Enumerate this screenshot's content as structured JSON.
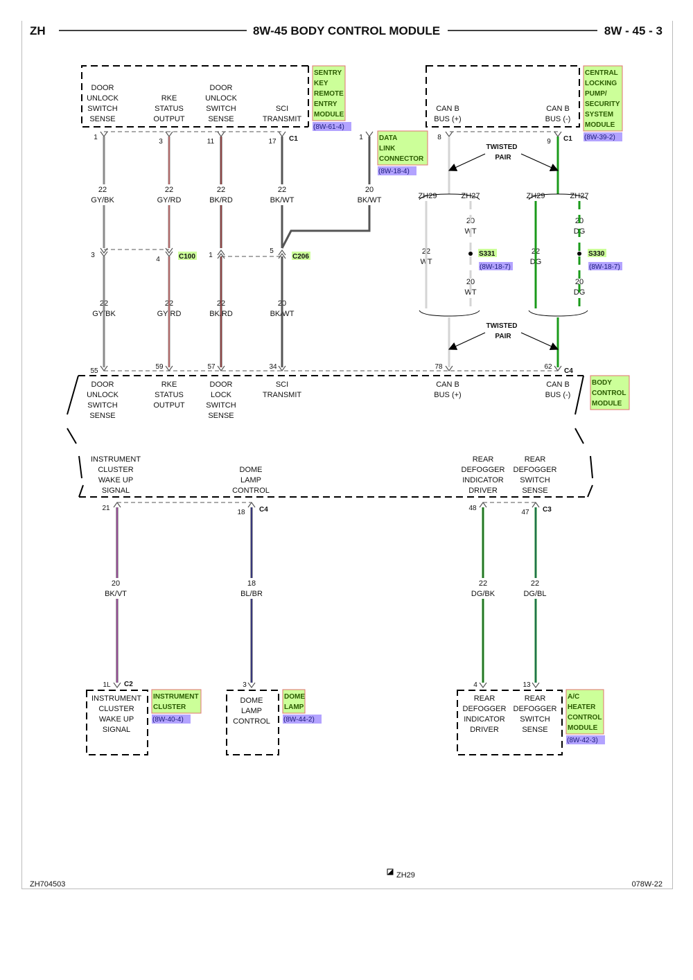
{
  "header": {
    "left": "ZH",
    "title": "8W-45 BODY CONTROL MODULE",
    "right": "8W - 45 - 3"
  },
  "footer": {
    "left": "ZH704503",
    "center": "ZH29",
    "right": "078W-22"
  },
  "colors": {
    "gray_wire": "#8a8a8a",
    "red_trace": "#e04848",
    "dark_wire": "#555555",
    "green_wire": "#1a9a1a",
    "white_wire": "#d4d4d4",
    "magenta_trace": "#cc55cc",
    "blue_trace": "#3030a0",
    "tag_fill": "#ccff99",
    "tag_border": "#e07070",
    "ref_fill": "#b3a3ff"
  },
  "modules": {
    "skrem": {
      "labels": [
        "DOOR UNLOCK SWITCH SENSE",
        "RKE STATUS OUTPUT",
        "DOOR UNLOCK SWITCH SENSE",
        "SCI TRANSMIT"
      ],
      "lines": [
        [
          "DOOR",
          "UNLOCK",
          "SWITCH",
          "SENSE"
        ],
        [
          "RKE",
          "STATUS",
          "OUTPUT"
        ],
        [
          "DOOR",
          "UNLOCK",
          "SWITCH",
          "SENSE"
        ],
        [
          "SCI",
          "TRANSMIT"
        ]
      ],
      "tag": [
        "SENTRY",
        "KEY",
        "REMOTE",
        "ENTRY",
        "MODULE"
      ],
      "ref": "(8W-61-4)"
    },
    "clpss": {
      "lines": [
        [
          "CAN B",
          "BUS (+)"
        ],
        [
          "CAN B",
          "BUS (-)"
        ]
      ],
      "tag": [
        "CENTRAL",
        "LOCKING",
        "PUMP/",
        "SECURITY",
        "SYSTEM",
        "MODULE"
      ],
      "ref": "(8W-39-2)"
    },
    "dlc": {
      "tag": [
        "DATA",
        "LINK",
        "CONNECTOR"
      ],
      "ref": "(8W-18-4)"
    },
    "bcm": {
      "top_lines": [
        [
          "DOOR",
          "UNLOCK",
          "SWITCH",
          "SENSE"
        ],
        [
          "RKE",
          "STATUS",
          "OUTPUT"
        ],
        [
          "DOOR",
          "LOCK",
          "SWITCH",
          "SENSE"
        ],
        [
          "SCI",
          "TRANSMIT"
        ],
        [
          "CAN B",
          "BUS (+)"
        ],
        [
          "CAN B",
          "BUS (-)"
        ]
      ],
      "bottom_lines": [
        [
          "INSTRUMENT",
          "CLUSTER",
          "WAKE UP",
          "SIGNAL"
        ],
        [
          "DOME",
          "LAMP",
          "CONTROL"
        ],
        [
          "REAR",
          "DEFOGGER",
          "INDICATOR",
          "DRIVER"
        ],
        [
          "REAR",
          "DEFOGGER",
          "SWITCH",
          "SENSE"
        ]
      ],
      "tag": [
        "BODY",
        "CONTROL",
        "MODULE"
      ]
    },
    "ic": {
      "lines": [
        "INSTRUMENT",
        "CLUSTER",
        "WAKE UP",
        "SIGNAL"
      ],
      "tag": [
        "INSTRUMENT",
        "CLUSTER"
      ],
      "ref": "(8W-40-4)"
    },
    "dome": {
      "lines": [
        "DOME",
        "LAMP",
        "CONTROL"
      ],
      "tag": [
        "DOME",
        "LAMP"
      ],
      "ref": "(8W-44-2)"
    },
    "ahcm": {
      "lines": [
        [
          "REAR",
          "DEFOGGER",
          "INDICATOR",
          "DRIVER"
        ],
        [
          "REAR",
          "DEFOGGER",
          "SWITCH",
          "SENSE"
        ]
      ],
      "tag": [
        "A/C",
        "HEATER",
        "CONTROL",
        "MODULE"
      ],
      "ref": "(8W-42-3)"
    }
  },
  "connectors": {
    "c1": "C1",
    "c1b": "C1",
    "c100": "C100",
    "c206": "C206",
    "c4": "C4",
    "c4b": "C4",
    "c3": "C3",
    "c2": "C2",
    "s331": "S331",
    "s331_ref": "(8W-18-7)",
    "s330": "S330",
    "s330_ref": "(8W-18-7)",
    "twisted": [
      "TWISTED",
      "PAIR"
    ]
  },
  "pins": {
    "skrem": [
      "1",
      "3",
      "11",
      "17"
    ],
    "dlc": "1",
    "clpss": [
      "8",
      "9"
    ],
    "c100": [
      "3",
      "4",
      "1"
    ],
    "c206": "5",
    "bcm_c4_top": [
      "55",
      "59",
      "57",
      "34",
      "78",
      "62"
    ],
    "bcm_bottom": [
      "21",
      "18",
      "48",
      "47"
    ],
    "ic": "1L",
    "dome": "3",
    "ahcm": [
      "4",
      "13"
    ]
  },
  "wires": {
    "w1a": [
      "22",
      "GY/BK"
    ],
    "w3a": [
      "22",
      "GY/RD"
    ],
    "w11a": [
      "22",
      "BK/RD"
    ],
    "w17a": [
      "22",
      "BK/WT"
    ],
    "wdlc": [
      "20",
      "BK/WT"
    ],
    "w1b": [
      "22",
      "GY/BK"
    ],
    "w3b": [
      "22",
      "GY/RD"
    ],
    "w11b": [
      "22",
      "BK/RD"
    ],
    "w17b": [
      "20",
      "BK/WT"
    ],
    "zh29a": "ZH29",
    "zh27a": "ZH27",
    "zh29b": "ZH29",
    "zh27b": "ZH27",
    "wt22": [
      "22",
      "WT"
    ],
    "wt20a": [
      "20",
      "WT"
    ],
    "wt20b": [
      "20",
      "WT"
    ],
    "dg22": [
      "22",
      "DG"
    ],
    "dg20a": [
      "20",
      "DG"
    ],
    "dg20b": [
      "20",
      "DG"
    ],
    "wic": [
      "20",
      "BK/VT"
    ],
    "wdome": [
      "18",
      "BL/BR"
    ],
    "wdgbk": [
      "22",
      "DG/BK"
    ],
    "wdgbl": [
      "22",
      "DG/BL"
    ]
  }
}
